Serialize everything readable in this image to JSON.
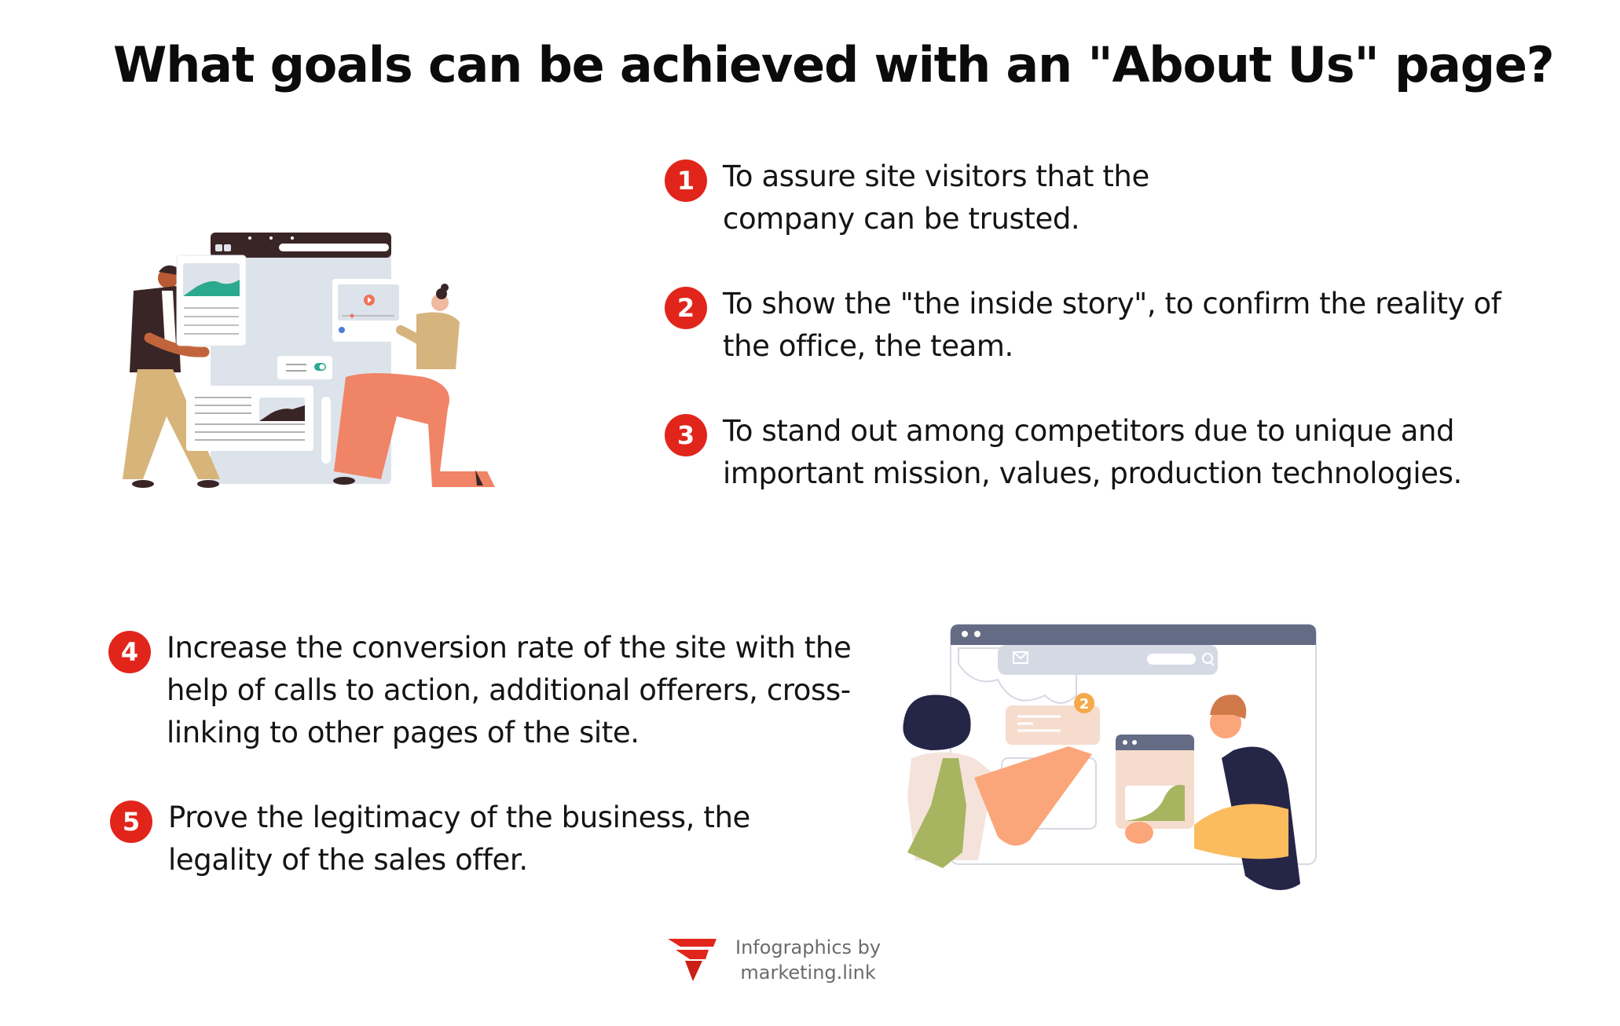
{
  "title": "What goals can be achieved with an \"About Us\" page?",
  "accent_color": "#e1251b",
  "goals": [
    {
      "number": "1",
      "text": "To assure site visitors that the company can be trusted."
    },
    {
      "number": "2",
      "text": "To show the \"the inside story\", to confirm the reality of the office, the team."
    },
    {
      "number": "3",
      "text": "To stand out among competitors due to unique and important mission, values, production technologies."
    },
    {
      "number": "4",
      "text": "Increase the conversion rate of the site with the help of calls to action, additional offerers, cross-linking to other pages of the site."
    },
    {
      "number": "5",
      "text": "Prove the legitimacy of the business, the legality of the sales offer."
    }
  ],
  "illustrations": {
    "top": {
      "description": "Two people assembling web page cards in a browser window",
      "badge": ""
    },
    "bottom": {
      "description": "Two people arranging content cards in a browser window",
      "notification_badge": "2"
    }
  },
  "footer": {
    "line1": "Infographics by",
    "line2": "marketing.link",
    "logo_icon": "marketing-link-logo"
  }
}
